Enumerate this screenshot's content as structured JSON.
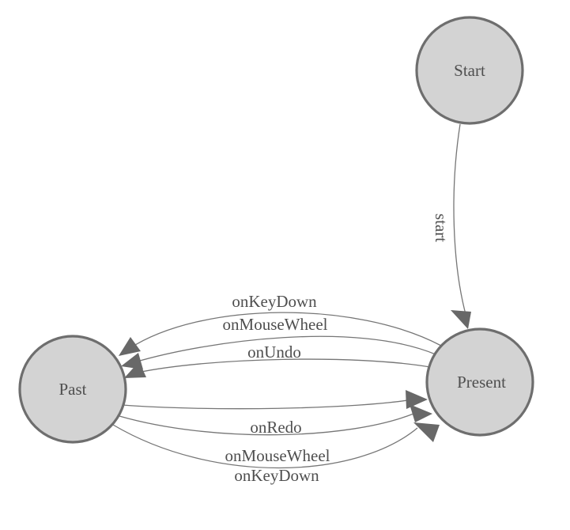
{
  "diagram": {
    "type": "state-machine",
    "nodes": [
      {
        "id": "start",
        "label": "Start"
      },
      {
        "id": "past",
        "label": "Past"
      },
      {
        "id": "present",
        "label": "Present"
      }
    ],
    "edges": [
      {
        "from": "start",
        "to": "present",
        "label": "start"
      },
      {
        "from": "present",
        "to": "past",
        "label": "onKeyDown"
      },
      {
        "from": "present",
        "to": "past",
        "label": "onMouseWheel"
      },
      {
        "from": "present",
        "to": "past",
        "label": "onUndo"
      },
      {
        "from": "past",
        "to": "present",
        "label": "onRedo"
      },
      {
        "from": "past",
        "to": "present",
        "label": "onMouseWheel"
      },
      {
        "from": "past",
        "to": "present",
        "label": "onKeyDown"
      }
    ],
    "colors": {
      "background": "#ffffff",
      "node_fill": "#d3d3d3",
      "node_stroke": "#6e6e6e",
      "edge_stroke": "#767676",
      "arrow_fill": "#686868",
      "label_text": "#4f4f4f"
    }
  }
}
